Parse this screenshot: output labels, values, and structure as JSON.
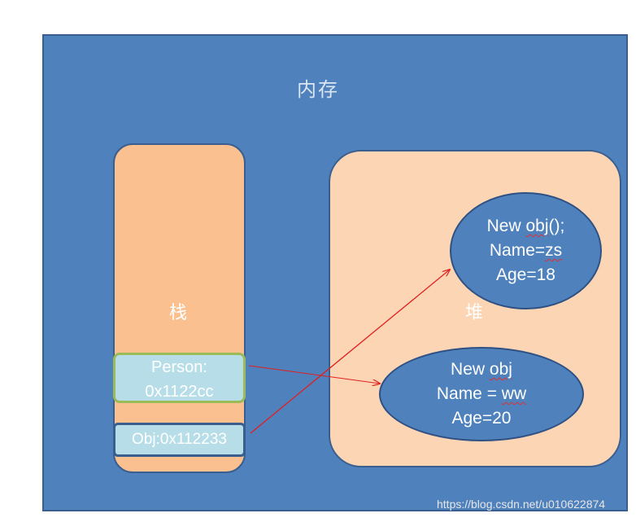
{
  "diagram": {
    "memory_label": "内存",
    "stack_label": "栈",
    "heap_label": "堆",
    "stack_cells": {
      "person_line1": "Person:",
      "person_line2": "0x1122cc",
      "obj": "Obj:0x112233"
    },
    "heap_objects": {
      "top": {
        "line1_prefix": "New ",
        "line1_word": "obj",
        "line1_suffix": "();",
        "line2_prefix": "Name=",
        "line2_word": "zs",
        "line3": "Age=18"
      },
      "bottom": {
        "line1_prefix": "New ",
        "line1_word": "obj",
        "line2_prefix": "Name = ",
        "line2_word": "ww",
        "line3": "Age=20"
      }
    },
    "arrow_color": "#e02020",
    "watermark": "https://blog.csdn.net/u010622874"
  }
}
